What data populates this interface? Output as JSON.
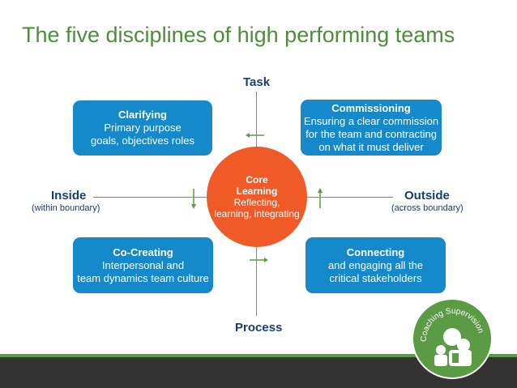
{
  "title": "The five disciplines of high performing teams",
  "axes": {
    "top": "Task",
    "bottom": "Process",
    "left": "Inside",
    "left_sub": "(within boundary)",
    "right": "Outside",
    "right_sub": "(across  boundary)"
  },
  "boxes": {
    "clarifying": {
      "title": "Clarifying",
      "lines": [
        "Primary purpose",
        "goals, objectives roles"
      ]
    },
    "commissioning": {
      "title": "Commissioning",
      "lines": [
        "Ensuring a clear commission",
        "for the team and contracting",
        "on what it must deliver"
      ]
    },
    "cocreating": {
      "title": "Co-Creating",
      "lines": [
        "Interpersonal and",
        "team dynamics team culture"
      ]
    },
    "connecting": {
      "title": "Connecting",
      "lines": [
        "and engaging all the",
        "critical stakeholders"
      ]
    }
  },
  "core": {
    "title1": "Core",
    "title2": "Learning",
    "lines": [
      "Reflecting,",
      "learning, integrating"
    ]
  },
  "logo": {
    "text": "Coaching Supervision"
  },
  "colors": {
    "blue": "#1589c9",
    "orange": "#f05a28",
    "green": "#5c9b45"
  }
}
